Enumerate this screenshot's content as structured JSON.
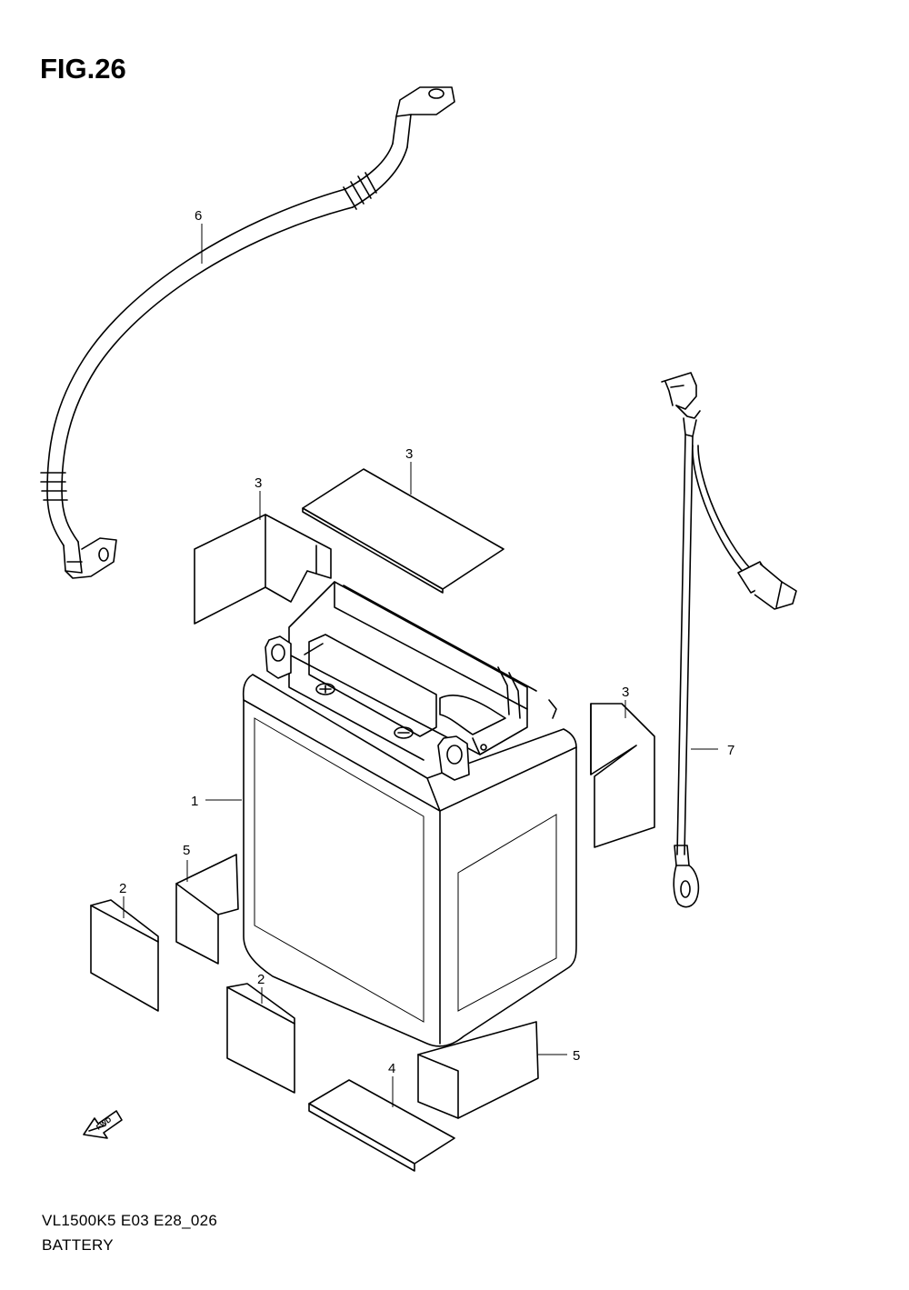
{
  "figure": {
    "title": "FIG.26",
    "model_code": "VL1500K5 E03 E28_026",
    "section_name": "BATTERY"
  },
  "callouts": [
    "1",
    "2",
    "2",
    "3",
    "3",
    "3",
    "4",
    "5",
    "5",
    "6",
    "7"
  ],
  "direction_badge": "FWD"
}
